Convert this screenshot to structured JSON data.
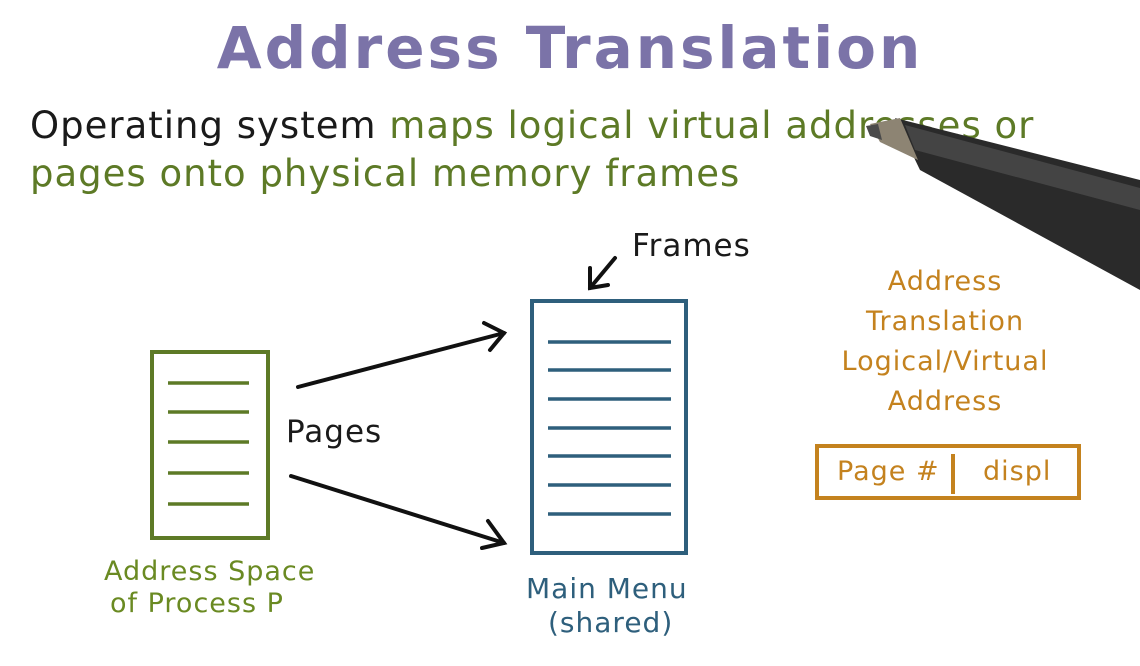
{
  "title": "Address Translation",
  "subtitle": {
    "black": "Operating system",
    "green": "maps logical virtual addresses or pages onto physical memory frames"
  },
  "labels": {
    "frames": "Frames",
    "pages": "Pages",
    "address_space": [
      "Address Space",
      "of Process P"
    ],
    "main_memory": [
      "Main Menu",
      "(shared)"
    ]
  },
  "address_info": {
    "lines": [
      "Address",
      "Translation",
      "Logical/Virtual",
      "Address"
    ],
    "page": "Page #",
    "displ": "displ"
  },
  "colors": {
    "title": "#7b73a8",
    "green": "#5d7a26",
    "blue": "#2e5f7c",
    "orange": "#c4821e"
  }
}
